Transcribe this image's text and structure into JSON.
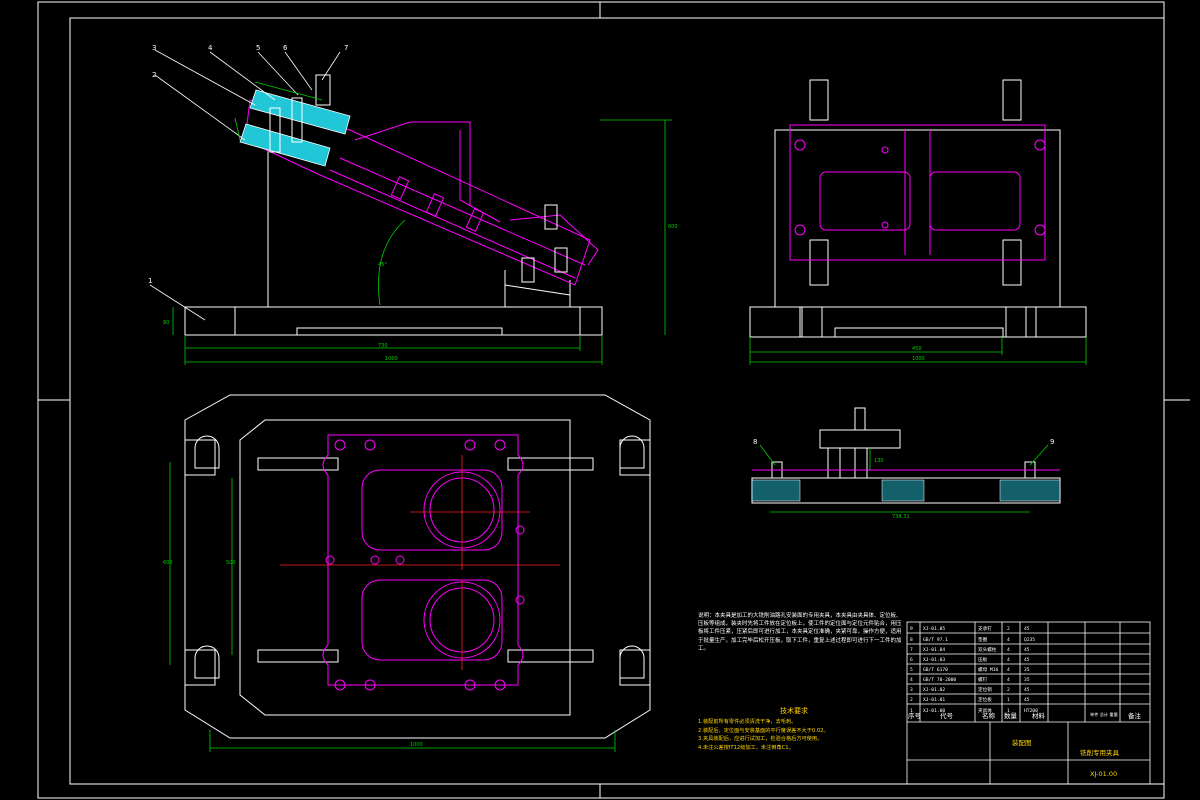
{
  "part_numbers": [
    "1",
    "2",
    "3",
    "4",
    "5",
    "6",
    "7",
    "8",
    "9"
  ],
  "dimensions": {
    "side_base_height": "80",
    "side_inner_width": "730",
    "side_total_width": "1000",
    "side_total_height": "600",
    "angle": "45°",
    "front_inner_width": "450",
    "front_total_width": "1000",
    "plan_total_width": "1000",
    "plan_height_outer": "600",
    "plan_height_inner": "500",
    "section_height": "130",
    "section_width": "738.31"
  },
  "notes": {
    "paragraph": "说明：本夹具是加工的大铣削油路孔安装面的专用夹具，本夹具由夹具体、定位板、压板等组成，装夹时先将工件放在定位板上，使工件的定位面与定位元件贴合，用压板将工件压紧，压紧后即可进行加工，本夹具定位准确，夹紧可靠，操作方便，适用于批量生产。加工完毕后松开压板，取下工件，重复上述过程即可进行下一工件的加工。",
    "req_title": "技术要求",
    "req_lines": [
      "1.装配前所有零件必须清洗干净，去毛刺。",
      "2.装配后，定位面与安装基面的平行度误差不大于0.02。",
      "3.夹具装配后，应进行试加工，检验合格后方可使用。",
      "4.未注公差按IT12级加工，未注倒角C1。"
    ]
  },
  "bom": {
    "rows": [
      {
        "no": "1",
        "code": "XJ-01.00",
        "name": "夹具体",
        "qty": "1",
        "mat": "HT200"
      },
      {
        "no": "2",
        "code": "XJ-01.01",
        "name": "定位板",
        "qty": "1",
        "mat": "45"
      },
      {
        "no": "3",
        "code": "XJ-01.02",
        "name": "定位销",
        "qty": "2",
        "mat": "45"
      },
      {
        "no": "4",
        "code": "GB/T 70-2000",
        "name": "螺钉",
        "qty": "4",
        "mat": "35"
      },
      {
        "no": "5",
        "code": "GB/T 6170",
        "name": "螺母 M16",
        "qty": "4",
        "mat": "35"
      },
      {
        "no": "6",
        "code": "XJ-01.03",
        "name": "压板",
        "qty": "4",
        "mat": "45"
      },
      {
        "no": "7",
        "code": "XJ-01.04",
        "name": "双头螺柱",
        "qty": "4",
        "mat": "45"
      },
      {
        "no": "8",
        "code": "GB/T 97.1",
        "name": "垫圈",
        "qty": "4",
        "mat": "Q235"
      },
      {
        "no": "9",
        "code": "XJ-01.05",
        "name": "支承钉",
        "qty": "2",
        "mat": "45"
      }
    ],
    "headers": {
      "no": "序号",
      "code": "代号",
      "name": "名称",
      "qty": "数量",
      "mat": "材料",
      "weight": "单件 总计 重量",
      "remark": "备注"
    },
    "title_name": "铣削专用夹具",
    "title_label": "装配图",
    "drawing_no": "XJ-01.00"
  }
}
